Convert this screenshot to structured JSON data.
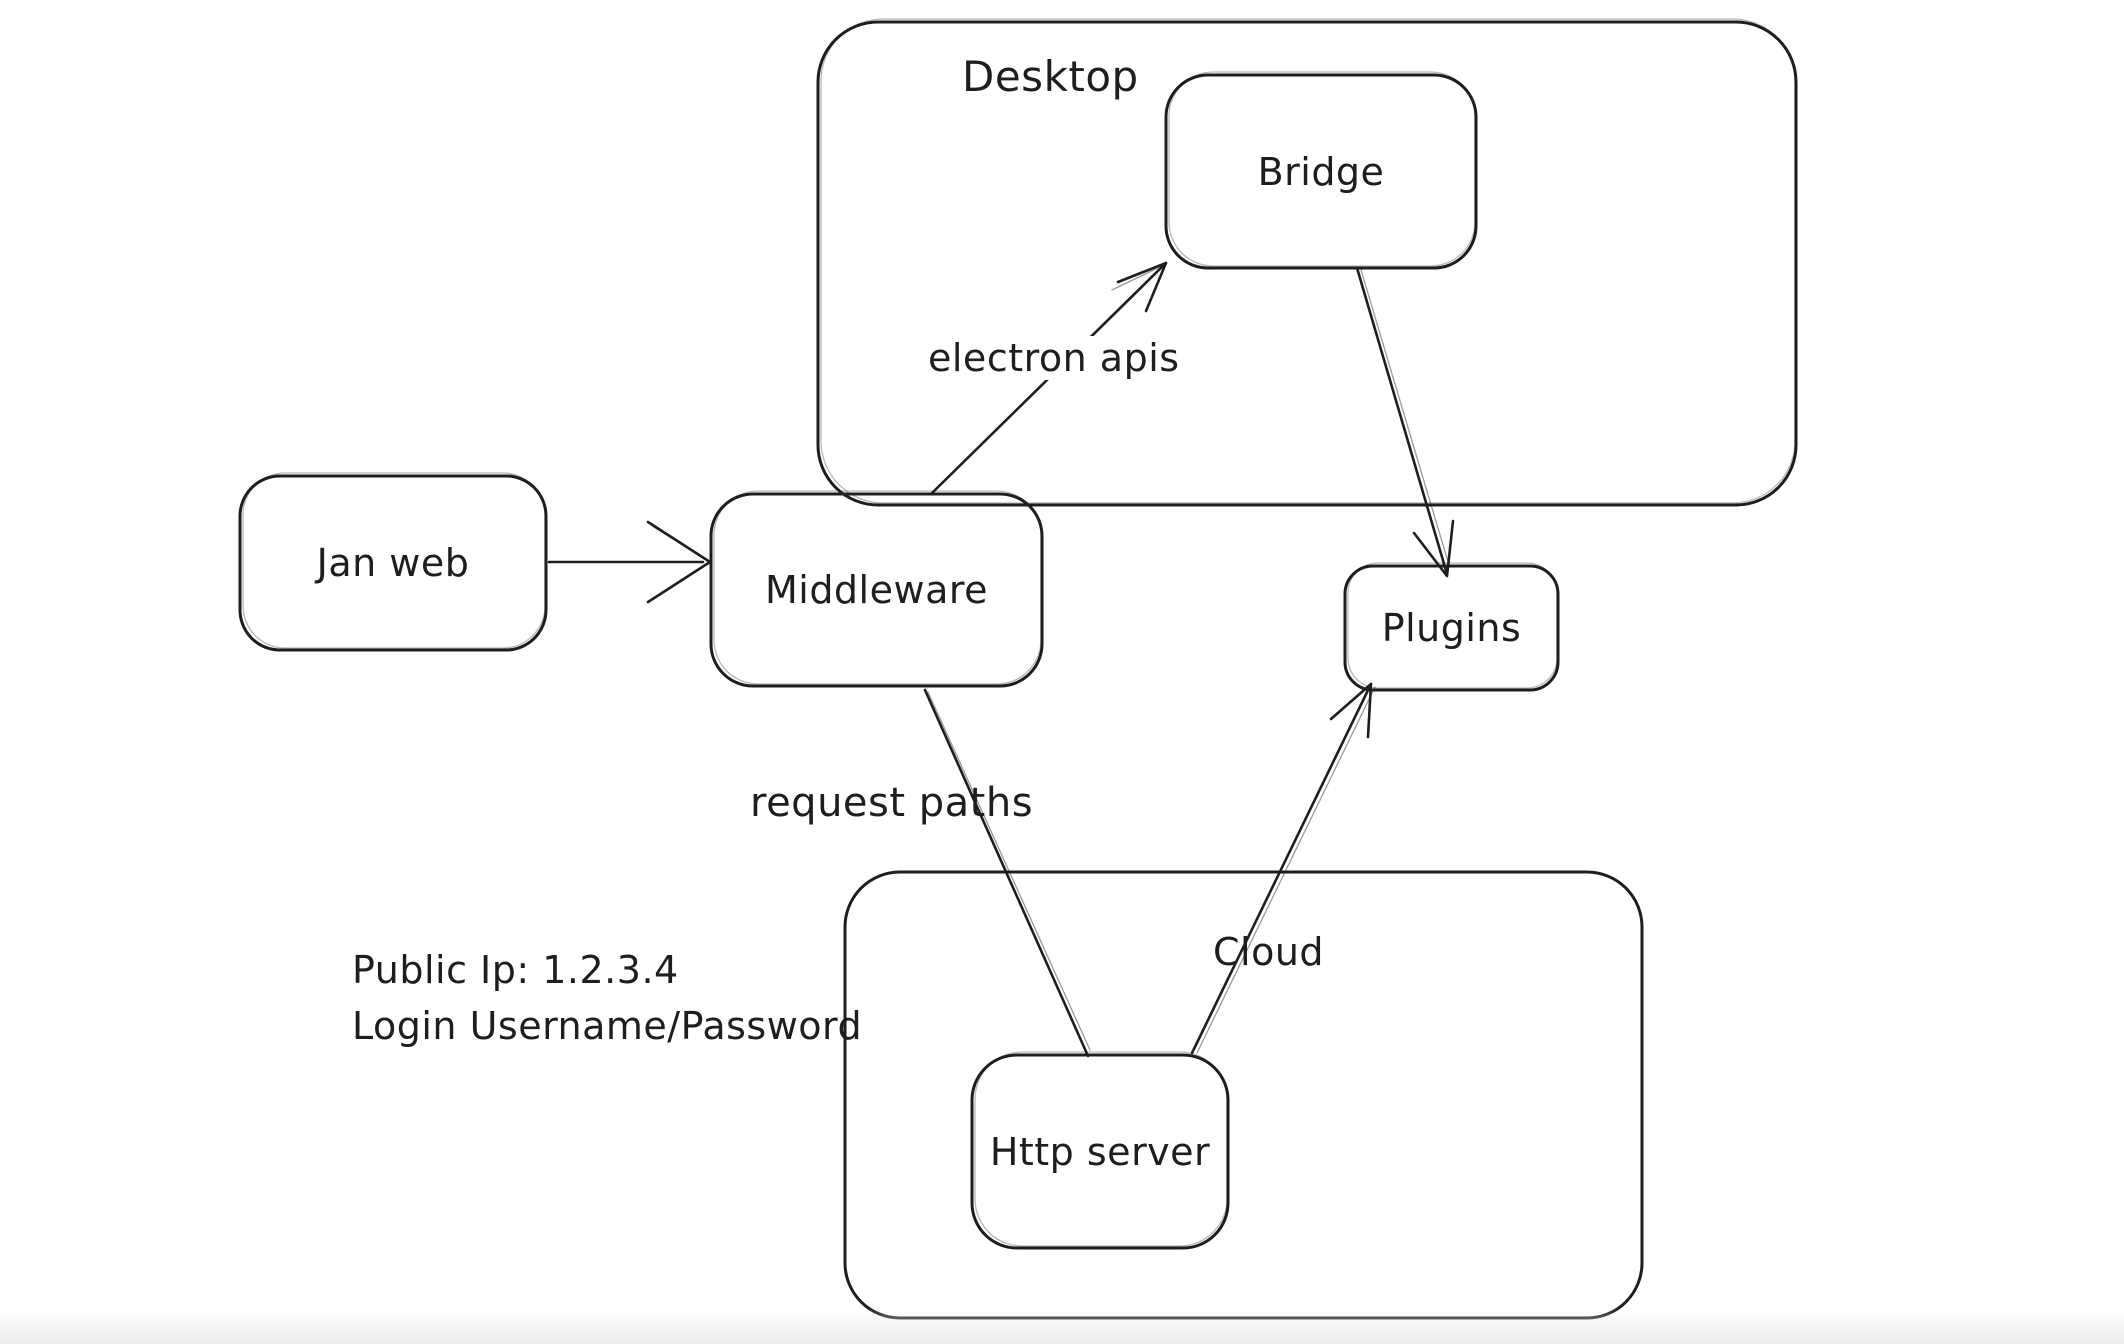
{
  "canvas": {
    "type": "hand-drawn architecture diagram",
    "background_color": "#ffffff",
    "stroke_color": "#1e1e1e"
  },
  "containers": [
    {
      "id": "desktop",
      "label": "Desktop"
    },
    {
      "id": "cloud",
      "label": "Cloud"
    }
  ],
  "nodes": [
    {
      "id": "jan-web",
      "label": "Jan web"
    },
    {
      "id": "middleware",
      "label": "Middleware"
    },
    {
      "id": "bridge",
      "label": "Bridge",
      "container": "desktop"
    },
    {
      "id": "plugins",
      "label": "Plugins"
    },
    {
      "id": "http-server",
      "label": "Http server",
      "container": "cloud"
    }
  ],
  "edges": [
    {
      "id": "jan-web-to-middleware",
      "from": "jan-web",
      "to": "middleware",
      "label": ""
    },
    {
      "id": "middleware-to-bridge",
      "from": "middleware",
      "to": "bridge",
      "label": "electron apis"
    },
    {
      "id": "bridge-to-plugins",
      "from": "bridge",
      "to": "plugins",
      "label": ""
    },
    {
      "id": "middleware-to-http-server",
      "from": "middleware",
      "to": "http-server",
      "label": "request paths"
    },
    {
      "id": "http-server-to-plugins",
      "from": "http-server",
      "to": "plugins",
      "label": ""
    }
  ],
  "annotations": [
    {
      "text": "Public Ip: 1.2.3.4"
    },
    {
      "text": "Login Username/Password"
    }
  ]
}
